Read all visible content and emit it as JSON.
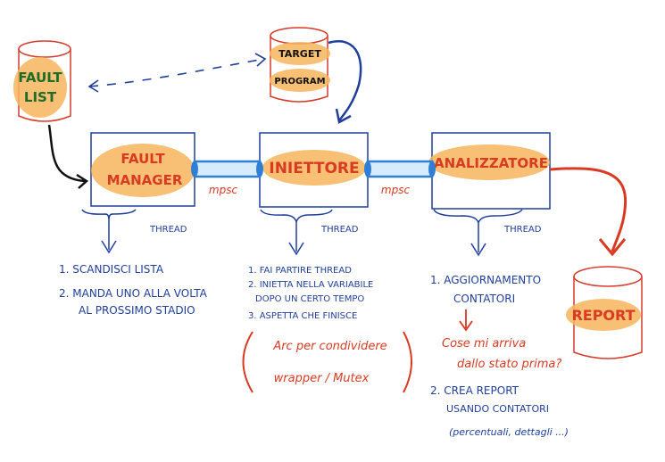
{
  "colors": {
    "ink_blue": "#1f3f9a",
    "ink_red": "#d93a22",
    "ink_black": "#111111",
    "highlight_orange": "#f6b55c",
    "highlight_green_text": "#1f6b2a",
    "cylinder_red": "#d63b2b",
    "pipe_blue": "#2f7fd6"
  },
  "storage": {
    "fault_list": [
      "FAULT",
      "LIST"
    ],
    "target_program": [
      "TARGET",
      "PROGRAM"
    ],
    "report": "REPORT"
  },
  "stages": {
    "fault_manager": [
      "FAULT",
      "MANAGER"
    ],
    "iniettore": "INIETTORE",
    "analizzatore": "ANALIZZATORE"
  },
  "channels": [
    "mpsc",
    "mpsc"
  ],
  "thread_labels": [
    "THREAD",
    "THREAD",
    "THREAD"
  ],
  "fault_manager_steps": [
    "1. SCANDISCI LISTA",
    "2. MANDA UNO ALLA VOLTA",
    "AL PROSSIMO STADIO"
  ],
  "iniettore_steps": [
    "1. FAI PARTIRE THREAD",
    "2. INIETTA NELLA VARIABILE",
    "DOPO UN CERTO TEMPO",
    "3. ASPETTA CHE FINISCE"
  ],
  "iniettore_note": [
    "Arc per condividere",
    "wrapper / Mutex"
  ],
  "analizzatore_steps": [
    "1. AGGIORNAMENTO",
    "CONTATORI",
    "2. CREA REPORT",
    "USANDO CONTATORI",
    "(percentuali, dettagli ...)"
  ],
  "analizzatore_note": [
    "Cose mi arriva",
    "dallo stato prima?"
  ]
}
